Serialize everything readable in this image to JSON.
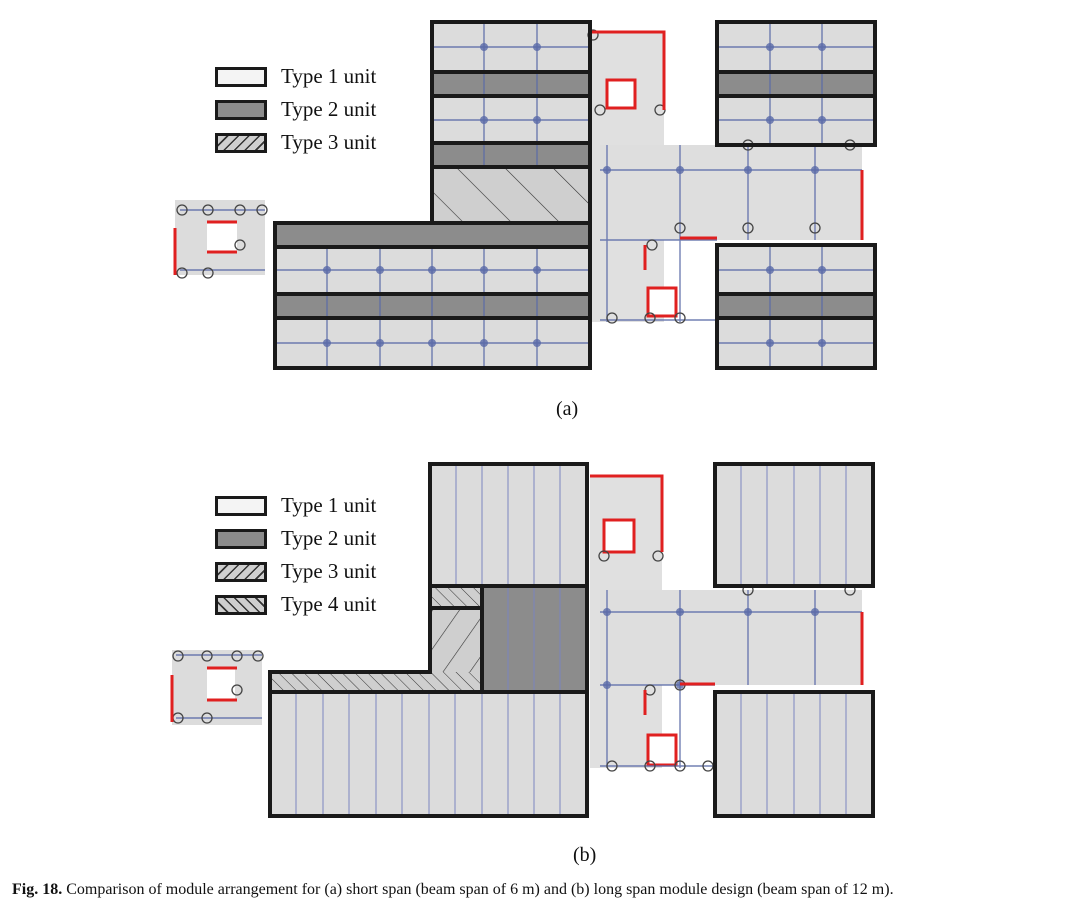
{
  "panel_a": {
    "label": "(a)",
    "legend": [
      {
        "name": "Type 1 unit",
        "fill": "#f4f4f4",
        "pattern": "none"
      },
      {
        "name": "Type 2 unit",
        "fill": "#8c8c8c",
        "pattern": "none"
      },
      {
        "name": "Type 3 unit",
        "fill": "#cfcfcf",
        "pattern": "hatch"
      }
    ]
  },
  "panel_b": {
    "label": "(b)",
    "legend": [
      {
        "name": "Type 1 unit",
        "fill": "#f4f4f4",
        "pattern": "none"
      },
      {
        "name": "Type 2 unit",
        "fill": "#8c8c8c",
        "pattern": "none"
      },
      {
        "name": "Type 3 unit",
        "fill": "#cfcfcf",
        "pattern": "hatch"
      },
      {
        "name": "Type 4 unit",
        "fill": "#cfcfcf",
        "pattern": "hatch-reverse"
      }
    ]
  },
  "caption": {
    "prefix": "Fig. 18.",
    "text": "Comparison of module arrangement for (a) short span (beam span of 6 m) and (b) long span module design (beam span of 12 m)."
  },
  "colors": {
    "module_fill": "#dcdcdc",
    "type2_fill": "#8c8c8c",
    "grid_line": "#5a6aa8",
    "wall_red": "#e02020",
    "border": "#1a1a1a"
  }
}
